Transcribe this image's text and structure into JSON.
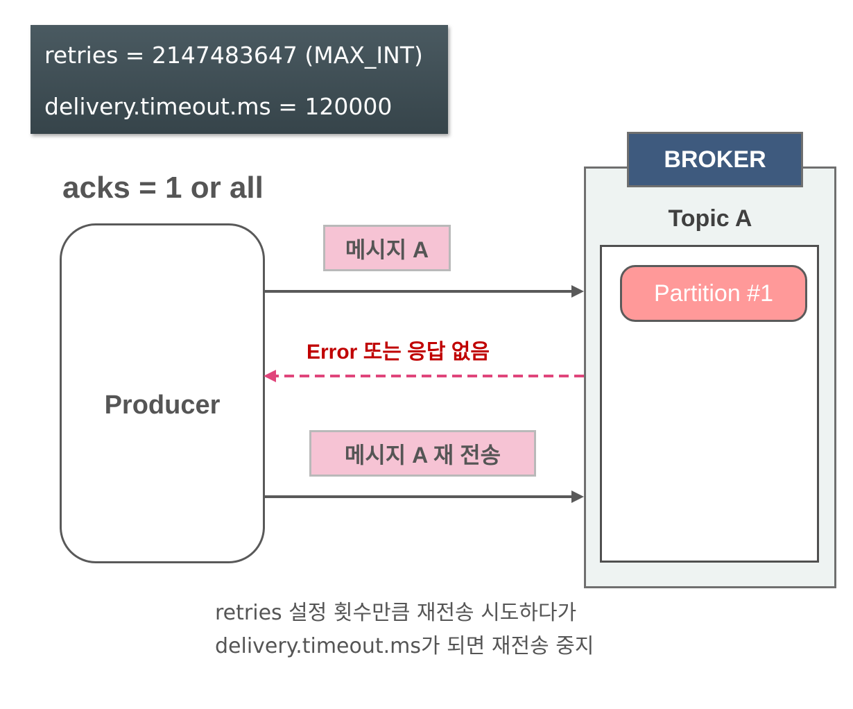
{
  "config": {
    "retries_line": "retries = 2147483647 (MAX_INT)",
    "timeout_line": "delivery.timeout.ms = 120000"
  },
  "acks_label": "acks = 1 or all",
  "producer": {
    "label": "Producer"
  },
  "broker": {
    "label": "BROKER",
    "topic_label": "Topic A",
    "partition_label": "Partition #1"
  },
  "messages": {
    "send_label": "메시지 A",
    "error_label": "Error 또는 응답 없음",
    "resend_label": "메시지 A 재 전송"
  },
  "note": {
    "line1": "retries 설정 횟수만큼 재전송 시도하다가",
    "line2": "delivery.timeout.ms가 되면 재전송 중지"
  },
  "colors": {
    "config_bg": "#3f4e55",
    "broker_tab": "#3e5a7e",
    "partition_fill": "#ff9999",
    "message_tag": "#f6c3d4",
    "error_text": "#c00000",
    "error_arrow": "#e0457b",
    "arrow": "#595959"
  }
}
